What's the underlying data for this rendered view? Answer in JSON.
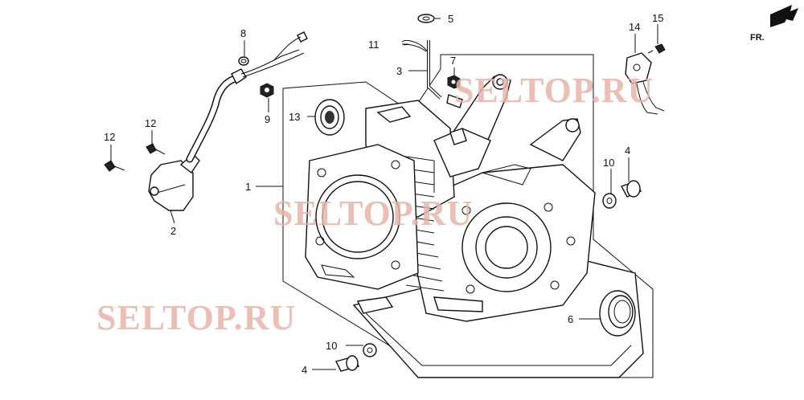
{
  "diagram": {
    "direction_label": "FR.",
    "watermarks": [
      "SELTOP.RU",
      "SELTOP.RU",
      "SELTOP.RU"
    ],
    "callouts": [
      {
        "id": "c1",
        "label": "1"
      },
      {
        "id": "c2",
        "label": "2"
      },
      {
        "id": "c3",
        "label": "3"
      },
      {
        "id": "c4a",
        "label": "4"
      },
      {
        "id": "c4b",
        "label": "4"
      },
      {
        "id": "c5",
        "label": "5"
      },
      {
        "id": "c6",
        "label": "6"
      },
      {
        "id": "c7",
        "label": "7"
      },
      {
        "id": "c8",
        "label": "8"
      },
      {
        "id": "c9",
        "label": "9"
      },
      {
        "id": "c10a",
        "label": "10"
      },
      {
        "id": "c10b",
        "label": "10"
      },
      {
        "id": "c11",
        "label": "11"
      },
      {
        "id": "c12a",
        "label": "12"
      },
      {
        "id": "c12b",
        "label": "12"
      },
      {
        "id": "c13",
        "label": "13"
      },
      {
        "id": "c14",
        "label": "14"
      },
      {
        "id": "c15",
        "label": "15"
      }
    ]
  }
}
